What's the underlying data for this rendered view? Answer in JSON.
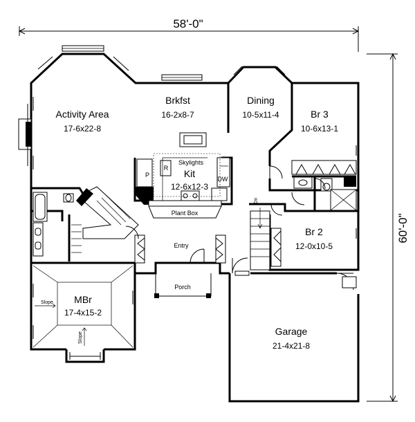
{
  "dimensions": {
    "width": "58'-0\"",
    "depth": "60'-0\""
  },
  "rooms": {
    "activity": {
      "name": "Activity Area",
      "size": "17-6x22-8"
    },
    "brkfst": {
      "name": "Brkfst",
      "size": "16-2x8-7"
    },
    "dining": {
      "name": "Dining",
      "size": "10-5x11-4"
    },
    "br3": {
      "name": "Br 3",
      "size": "10-6x13-1"
    },
    "kit": {
      "name": "Kit",
      "size": "12-6x12-3"
    },
    "br2": {
      "name": "Br 2",
      "size": "12-0x10-5"
    },
    "mbr": {
      "name": "MBr",
      "size": "17-4x15-2"
    },
    "garage": {
      "name": "Garage",
      "size": "21-4x21-8"
    }
  },
  "labels": {
    "skylights": "Skylights",
    "plant_box": "Plant Box",
    "entry": "Entry",
    "porch": "Porch",
    "dn": "Dn",
    "pantry": "P",
    "refrigerator": "R",
    "dishwasher": "DW",
    "slope_left": "Slope",
    "slope_bottom": "Slope"
  }
}
